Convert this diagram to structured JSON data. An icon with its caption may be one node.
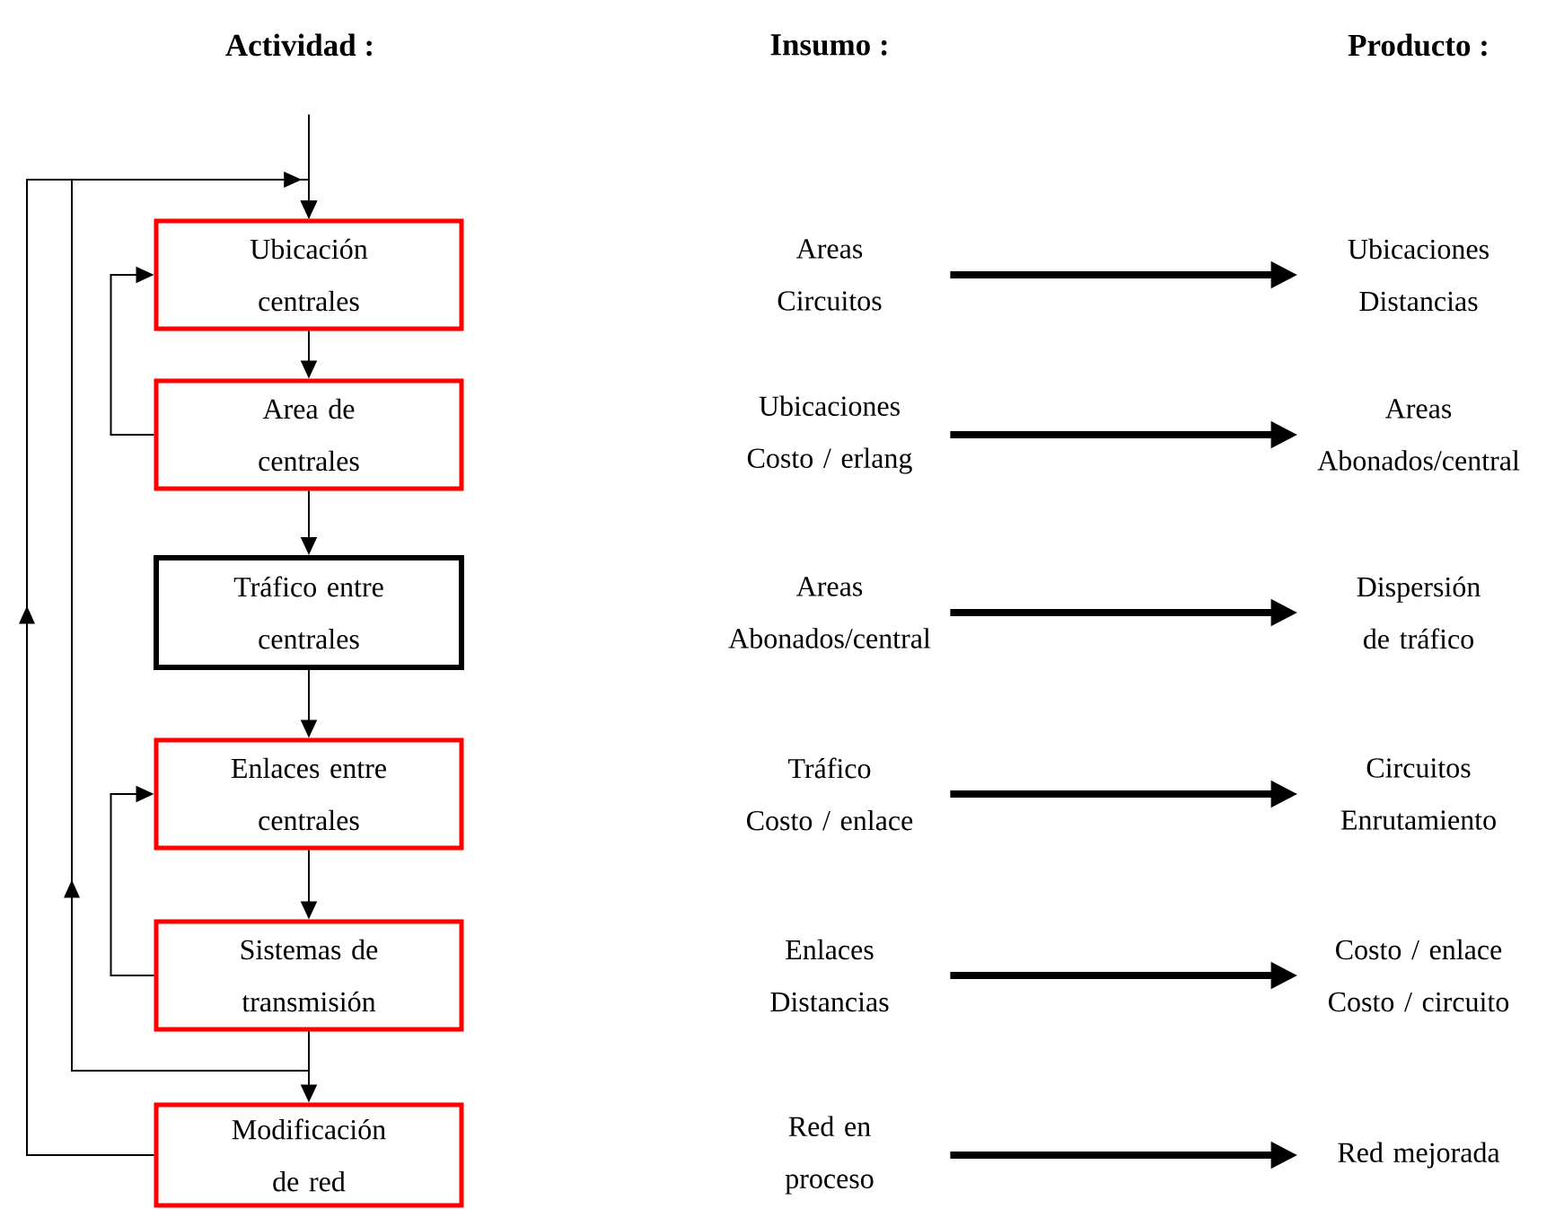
{
  "diagram": {
    "nodes": [
      {
        "text": [
          "Ubicación centrales"
        ]
      },
      {
        "text": [
          "Area de centrales"
        ]
      },
      {
        "text": [
          "Tráfico entre centrales"
        ]
      },
      {
        "text": [
          "Enlaces entre centrales"
        ]
      },
      {
        "text": [
          "Sistemas de transmisión"
        ]
      },
      {
        "text": [
          "Modificación de red"
        ]
      },
      {
        "text": [
          "Areas Circuitos"
        ]
      },
      {
        "text": [
          "Ubicaciones Costo / erlang"
        ]
      },
      {
        "text": [
          "Areas Abonados/central"
        ]
      },
      {
        "text": [
          "Tráfico Costo / enlace"
        ]
      },
      {
        "text": [
          "Enlaces Distancias"
        ]
      },
      {
        "text": [
          "Red en proceso"
        ]
      },
      {
        "text": [
          "Ubicaciones Distancias"
        ]
      },
      {
        "text": [
          "Areas Abonados/central"
        ]
      },
      {
        "text": [
          "Dispersión de tráfico"
        ]
      },
      {
        "text": [
          "Circuitos Enrutamiento"
        ]
      },
      {
        "text": [
          "Costo / enlace Costo / circuito"
        ]
      },
      {
        "text": [
          "Red mejorada"
        ]
      }
    ],
    "edges": [
      {
        "from": null,
        "to": 0,
        "arrow": "to"
      },
      {
        "from": 0,
        "to": 1,
        "arrow": "to"
      },
      {
        "from": 1,
        "to": 2,
        "arrow": "to"
      },
      {
        "from": 2,
        "to": 3,
        "arrow": "to"
      },
      {
        "from": 3,
        "to": 4,
        "arrow": "to"
      },
      {
        "from": 4,
        "to": 5,
        "arrow": "to"
      },
      {
        "from": 1,
        "to": 0,
        "arrow": "to"
      },
      {
        "from": 4,
        "to": 3,
        "arrow": "to"
      },
      {
        "from": 4,
        "to": 0,
        "arrow": "to"
      },
      {
        "from": 5,
        "to": 0,
        "arrow": "to"
      },
      {
        "from": 6,
        "to": 12,
        "arrow": "to",
        "style": "thick"
      },
      {
        "from": 7,
        "to": 13,
        "arrow": "to",
        "style": "thick"
      },
      {
        "from": 8,
        "to": 14,
        "arrow": "to",
        "style": "thick"
      },
      {
        "from": 9,
        "to": 15,
        "arrow": "to",
        "style": "thick"
      },
      {
        "from": 10,
        "to": 16,
        "arrow": "to",
        "style": "thick"
      },
      {
        "from": 11,
        "to": 17,
        "arrow": "to",
        "style": "thick"
      }
    ],
    "labels": [
      "Actividad :",
      "Insumo :",
      "Producto :"
    ]
  }
}
